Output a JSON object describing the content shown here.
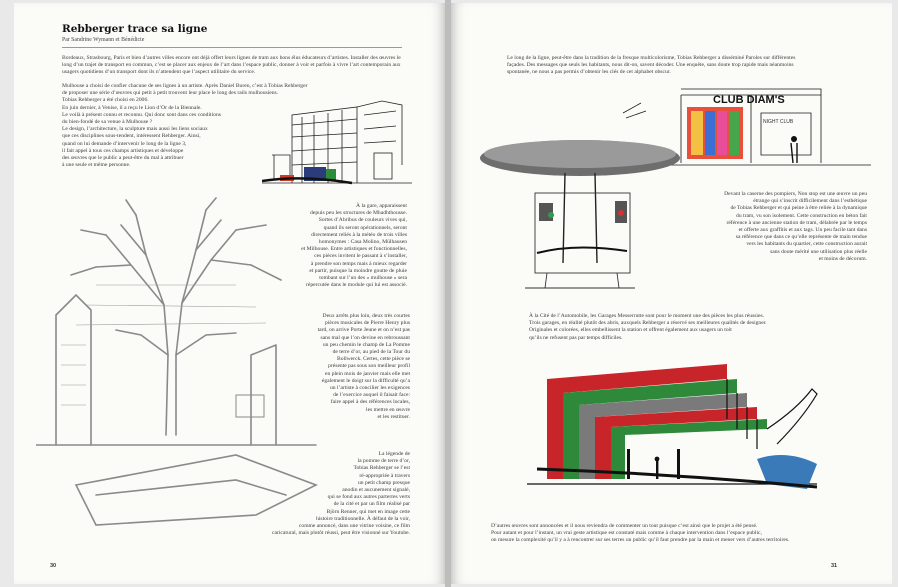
{
  "left_page": {
    "title": "Rebberger trace sa ligne",
    "byline": "Par Sandrine Wymann et Bénédicte",
    "intro_paragraph": "Bordeaux, Strasbourg, Paris et bien d’autres villes encore ont déjà offert leurs lignes de tram aux bons élus éducateurs d’artistes. Installer des œuvres le long d’un trajet de transport en commun, c’est se placer aux enjeux de l’art dans l’espace public, donner à voir et parfois à vivre l’art contemporain aux usagers quotidiens d’un transport dont ils n’attendent que l’aspect utilitaire du service.",
    "column_a": [
      "Mulhouse a choisi de confier chacune de ses lignes à un artiste. Après Daniel Buren, c’est à Tobias Rehberger",
      "de proposer une série d’œuvres qui petit à petit trouvent leur place le long des rails mulhousiens.",
      "Tobias Rehberger a été choisi en 2006.",
      "En juin dernier, à Venise, il a reçu le Lion d’Or de la Biennale.",
      "Le voilà à présent connu et reconnu. Qui donc sont dans ces conditions",
      "du bien-fondé de sa venue à Mulhouse ?",
      "Le design, l’architecture, la sculpture mais aussi les liens sociaux",
      "que ces disciplines sous-tendent, intéressent Rehberger. Ainsi,",
      "quand on lui demande d’intervenir le long de la ligne 3,",
      "il fait appel à tous ces champs artistiques et développe",
      "des œuvres que le public a peut-être du mal à attribuer",
      "à une seule et même personne."
    ],
    "column_b": [
      "À la gare, apparaissent",
      "depuis peu les structures de Mhadhthousse.",
      "Sortes d’Abribus de couleurs vives qui,",
      "quand ils seront opérationnels, seront",
      "directement reliés à la météo de trois villes",
      "homonymes : Casa Molino, Mülhausen",
      "et Milhouse. Entre artistiques et fonctionnelles,",
      "ces pièces invitent le passant à s’installer,",
      "à prendre son temps mais à mieux regarder",
      "et partir, puisque la moindre goutte de pluie",
      "tombant sur l’un des « mulhouse » sera",
      "répercutée dans le module qui lui est associé."
    ],
    "column_c": [
      "Deux arrêts plus loin, deux très courtes",
      "pièces musicales de Pierre Henry plus",
      "tard, on arrive Porte Jeune et on n’est pas",
      "sans mal que l’on devine en rebroussant",
      "un peu chemin le champ de La Pomme",
      "de terre d’or, au pied de la Tour du",
      "Bollwerck. Certes, cette pièce se",
      "présente pas sous son meilleur profil",
      "en plein mois de janvier mais elle met",
      "également le doigt sur la difficulté qu’a",
      "un l’artiste à concilier les exigences",
      "de l’exercice auquel il faisait face:",
      "faire appel à des références locales,",
      "les mettre en œuvre",
      "et les restituer."
    ],
    "column_d": [
      "La légende de",
      "la pomme de terre d’or,",
      "Tobias Rehberger se l’est",
      "ré-appropriée à travers",
      "un petit champ presque",
      "anodin et aucunement signalé,",
      "qui se fond aux autres parterres verts",
      "de la cité et par un film réalisé par",
      "Björn Renner, qui met en image cette",
      "histoire traditionnelle. À défaut de la voir,",
      "comme annoncé, dans une vitrine voisine, ce film",
      "caricatural, mais plutôt réussi, peut être visionné sur Youtube."
    ],
    "page_number": "30"
  },
  "right_page": {
    "top_paragraph": [
      "Le long de la ligne, peut-être dans la tradition de la fresque multicolorisme, Tobias Rehberger a disséminé Paroles sur différentes",
      "façades. Des messages que seuls les habitants, nous dit-on, savent décoder. Une enquête, sans doute trop rapide mais néanmoins",
      "spontanée, ne nous a pas permis d’obtenir les clés de cet alphabet obscur."
    ],
    "sign_text": "CLUB DIAM'S",
    "shop_text": "NIGHT CLUB",
    "middle_paragraph": [
      "Devant la caserne des pompiers, Non stop est une œuvre un peu",
      "étrange qui s’inscrit difficilement dans l’esthétique",
      "de Tobias Rehberger et qui peine à être reliée à la dynamique",
      "du tram, vu son isolement. Cette construction en béton fait",
      "référence à une ancienne station de tram, délabrée par le temps",
      "et offerte aux graffitis et aux tags. Un peu facile tant dans",
      "sa référence que dans ce qu’elle représente de main tendue",
      "vers les habitants du quartier, cette construction aurait",
      "sans doute mérité une utilisation plus réelle",
      "et moins de décorum."
    ],
    "lower_paragraph": [
      "À la Cité de l’Automobile, les Garages Messerrutte sont pour le moment une des pièces les plus réussies.",
      "Trois garages, en réalité plutôt des abris, auxquels Rehberger a réservé ses meilleures qualités de designer.",
      "Originales et colorées, elles embellissent la station et offrent également aux usagers un toit",
      "qu’ils ne refusent pas par temps difficiles."
    ],
    "bottom_paragraph": [
      "D’autres œuvres sont annoncées et il nous reviendra de commenter un tout puisque c’est ainsi que le projet a été pensé.",
      "Pour autant et pour l’instant, un vrai geste artistique est constaté mais comme à chaque intervention dans l’espace public,",
      "on mesure la complexité qu’il y a à rencontrer sur ses terres un public qu’il faut prendre par la main et mener vers d’autres territoires."
    ],
    "page_number": "31"
  },
  "colors": {
    "paper": "#fbfbf8",
    "text": "#3a3a3a",
    "sketch_grey": "#8a8a8a",
    "garage_red": "#c8252b",
    "garage_green": "#2e8a3a",
    "shelter_grey": "#7a7a7a"
  },
  "illustrations": {
    "left_top": "building-sketch",
    "left_bottom": "tree-sketch",
    "right_top_small": "club-diams-sketch",
    "right_mid": "tram-shelter-sketch",
    "right_bottom": "garages-sketch"
  }
}
